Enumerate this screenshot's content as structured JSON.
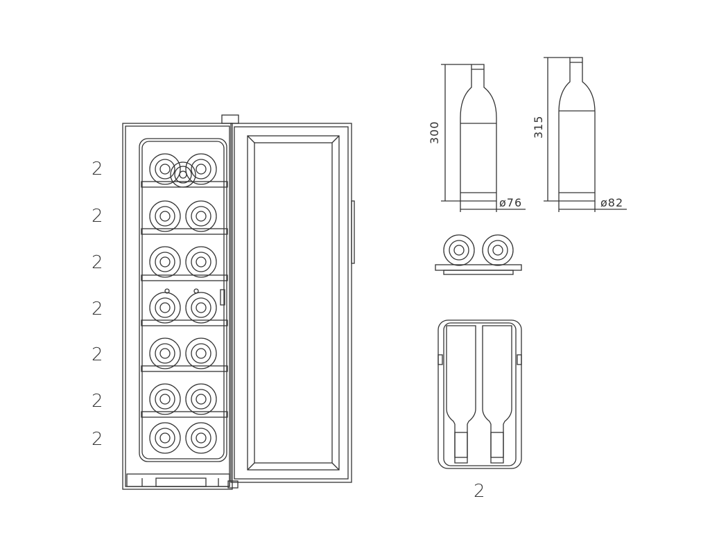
{
  "row_counts": [
    "2",
    "2",
    "2",
    "2",
    "2",
    "2",
    "2"
  ],
  "bottle_a": {
    "height_label": "300",
    "diameter_label": "ø76"
  },
  "bottle_b": {
    "height_label": "315",
    "diameter_label": "ø82"
  },
  "shelf_count_label": "2"
}
